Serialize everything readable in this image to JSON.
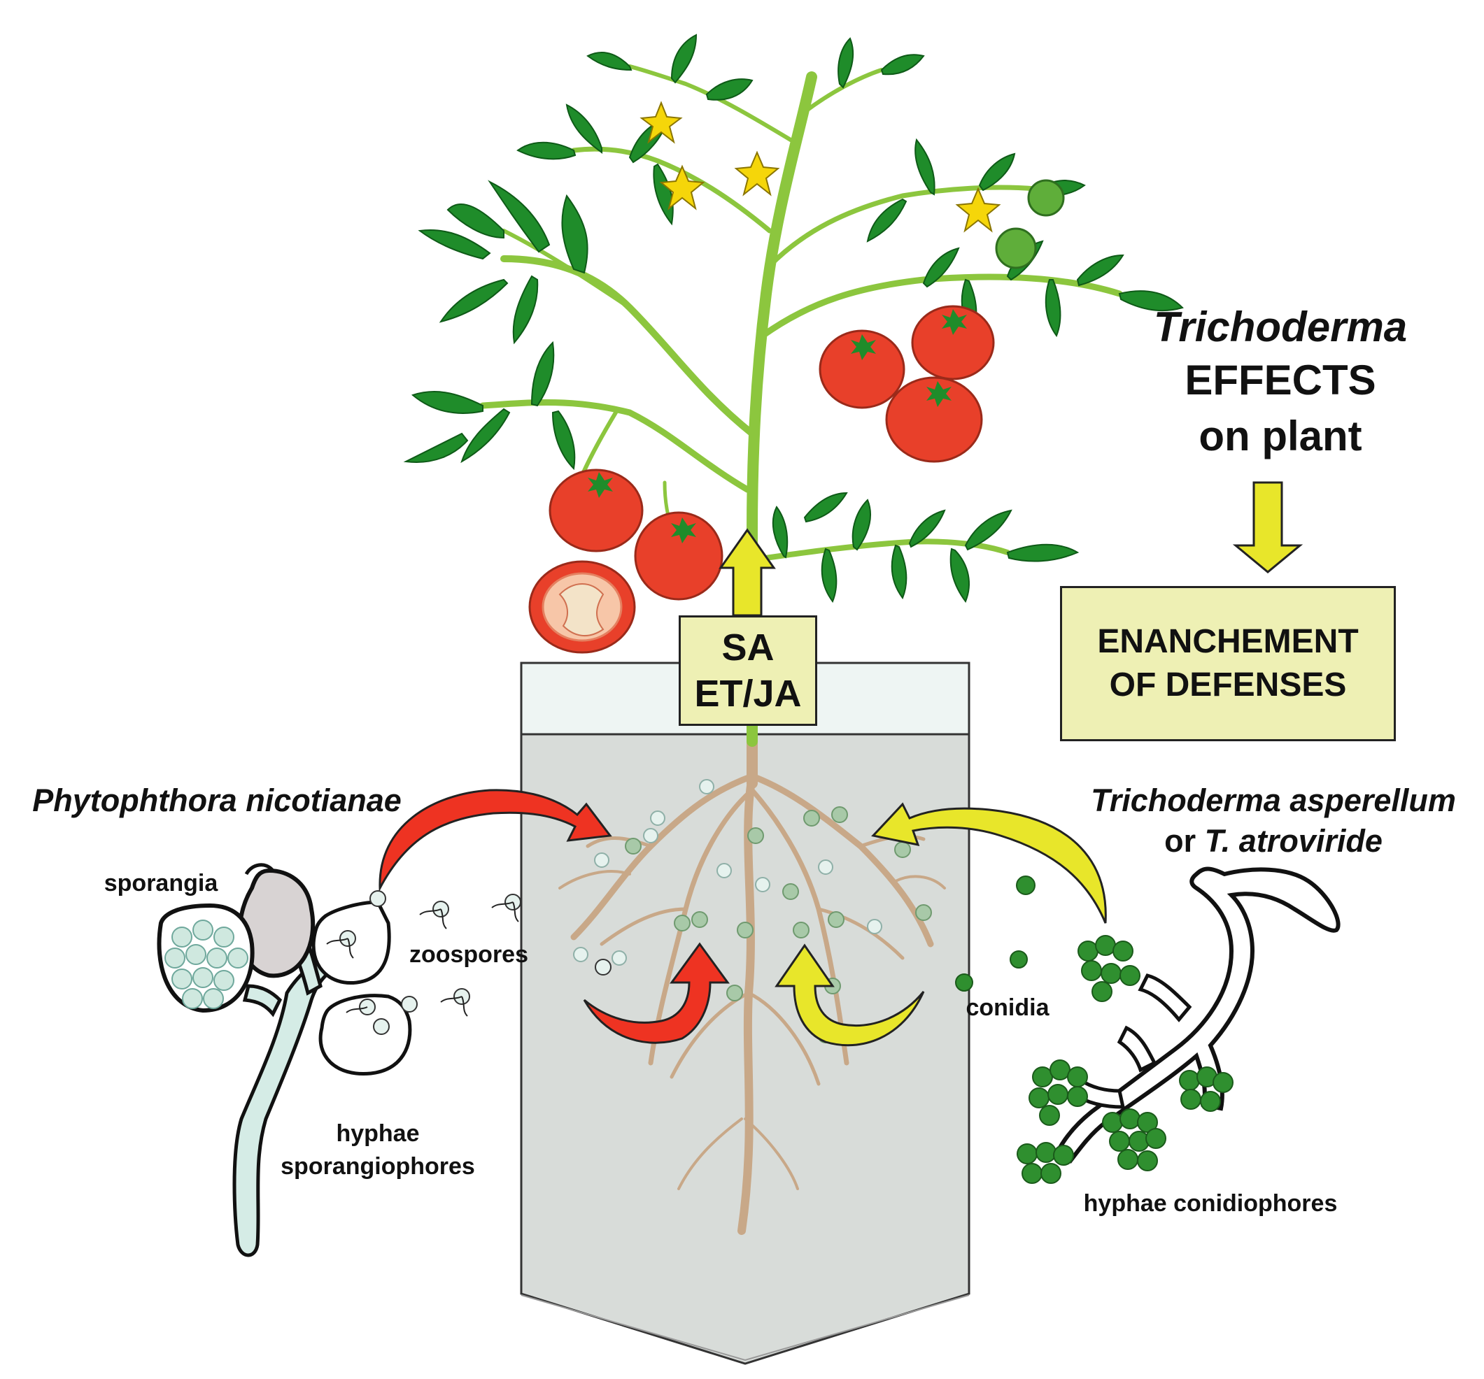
{
  "labels": {
    "trichoderma_effects_line1": "Trichoderma",
    "trichoderma_effects_line2": "EFFECTS",
    "trichoderma_effects_line3": "on plant",
    "defense_box_line1": "ENANCHEMENT",
    "defense_box_line2": "OF DEFENSES",
    "hormone_box_line1": "SA",
    "hormone_box_line2": "ET/JA",
    "pathogen_species": "Phytophthora nicotianae",
    "trichoderma_species_line1": "Trichoderma asperellum",
    "trichoderma_species_line2_prefix": "or ",
    "trichoderma_species_line2_italic": "T. atroviride",
    "sporangia": "sporangia",
    "zoospores": "zoospores",
    "hyphae_sporangiophores_line1": "hyphae",
    "hyphae_sporangiophores_line2": "sporangiophores",
    "conidia": "conidia",
    "hyphae_conidiophores": "hyphae conidiophores"
  },
  "colors": {
    "leaf": "#1f8c2a",
    "stem": "#8cc63e",
    "tomato": "#e8402a",
    "flower": "#f5d60a",
    "yellow_arrow": "#e8e62a",
    "red_arrow": "#ee3322",
    "box_fill": "#eef0b4",
    "pot_soil": "#d8dcd9",
    "pot_rim": "#eef5f3",
    "root": "#c8a888",
    "zoospore": "#cfe8df",
    "conidium": "#2f8f2f"
  }
}
